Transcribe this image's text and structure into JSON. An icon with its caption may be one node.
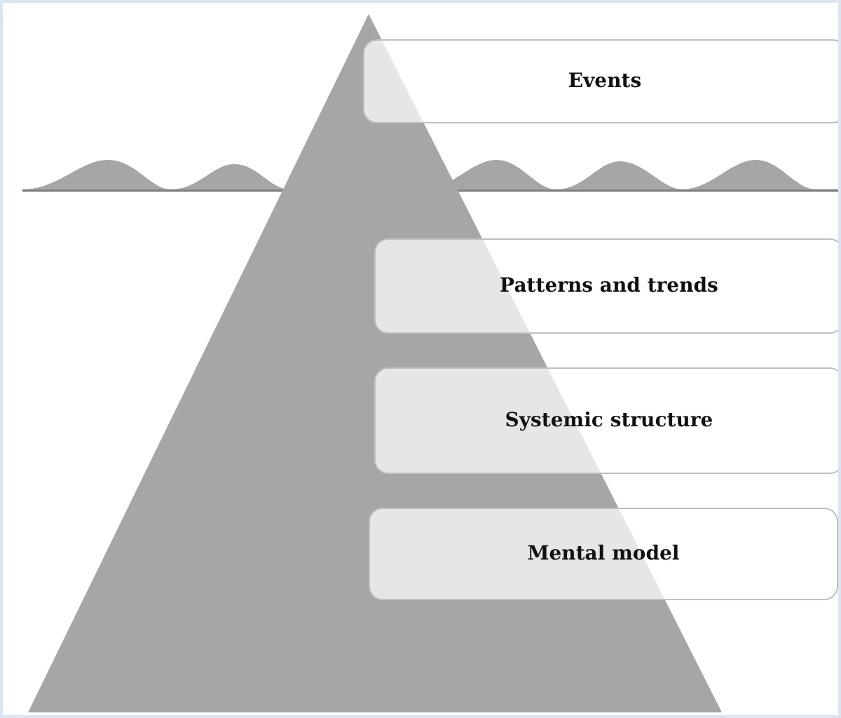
{
  "diagram": {
    "nodes": [
      {
        "text": [
          "Events"
        ]
      },
      {
        "text": [
          "Patterns and trends"
        ]
      },
      {
        "text": [
          "Systemic structure"
        ]
      },
      {
        "text": [
          "Mental model"
        ]
      }
    ]
  }
}
